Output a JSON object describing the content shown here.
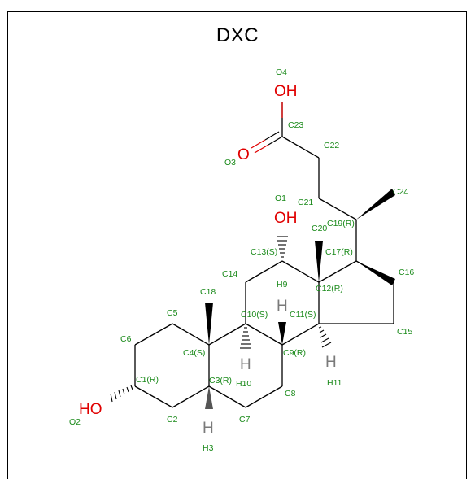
{
  "title": "DXC",
  "atoms": {
    "O4": "O4",
    "OH_top": "OH",
    "C23": "C23",
    "C22": "C22",
    "O3": "O3",
    "O_db": "O",
    "C24": "C24",
    "O1": "O1",
    "C21": "C21",
    "OH_mid": "OH",
    "C20": "C20",
    "C19": "C19(R)",
    "C13": "C13(S)",
    "C17": "C17(R)",
    "C16": "C16",
    "C14": "C14",
    "H9": "H9",
    "C12": "C12(R)",
    "C18": "C18",
    "H_top": "H",
    "C10": "C10(S)",
    "C11": "C11(S)",
    "C5": "C5",
    "C6": "C6",
    "C4": "C4(S)",
    "C9": "C9(R)",
    "C15": "C15",
    "H_10": "H",
    "H10": "H10",
    "H_11": "H",
    "H11": "H11",
    "C1": "C1(R)",
    "C3": "C3(R)",
    "C8": "C8",
    "HO": "HO",
    "O2": "O2",
    "C2": "C2",
    "C7": "C7",
    "H_3": "H",
    "H3": "H3"
  }
}
